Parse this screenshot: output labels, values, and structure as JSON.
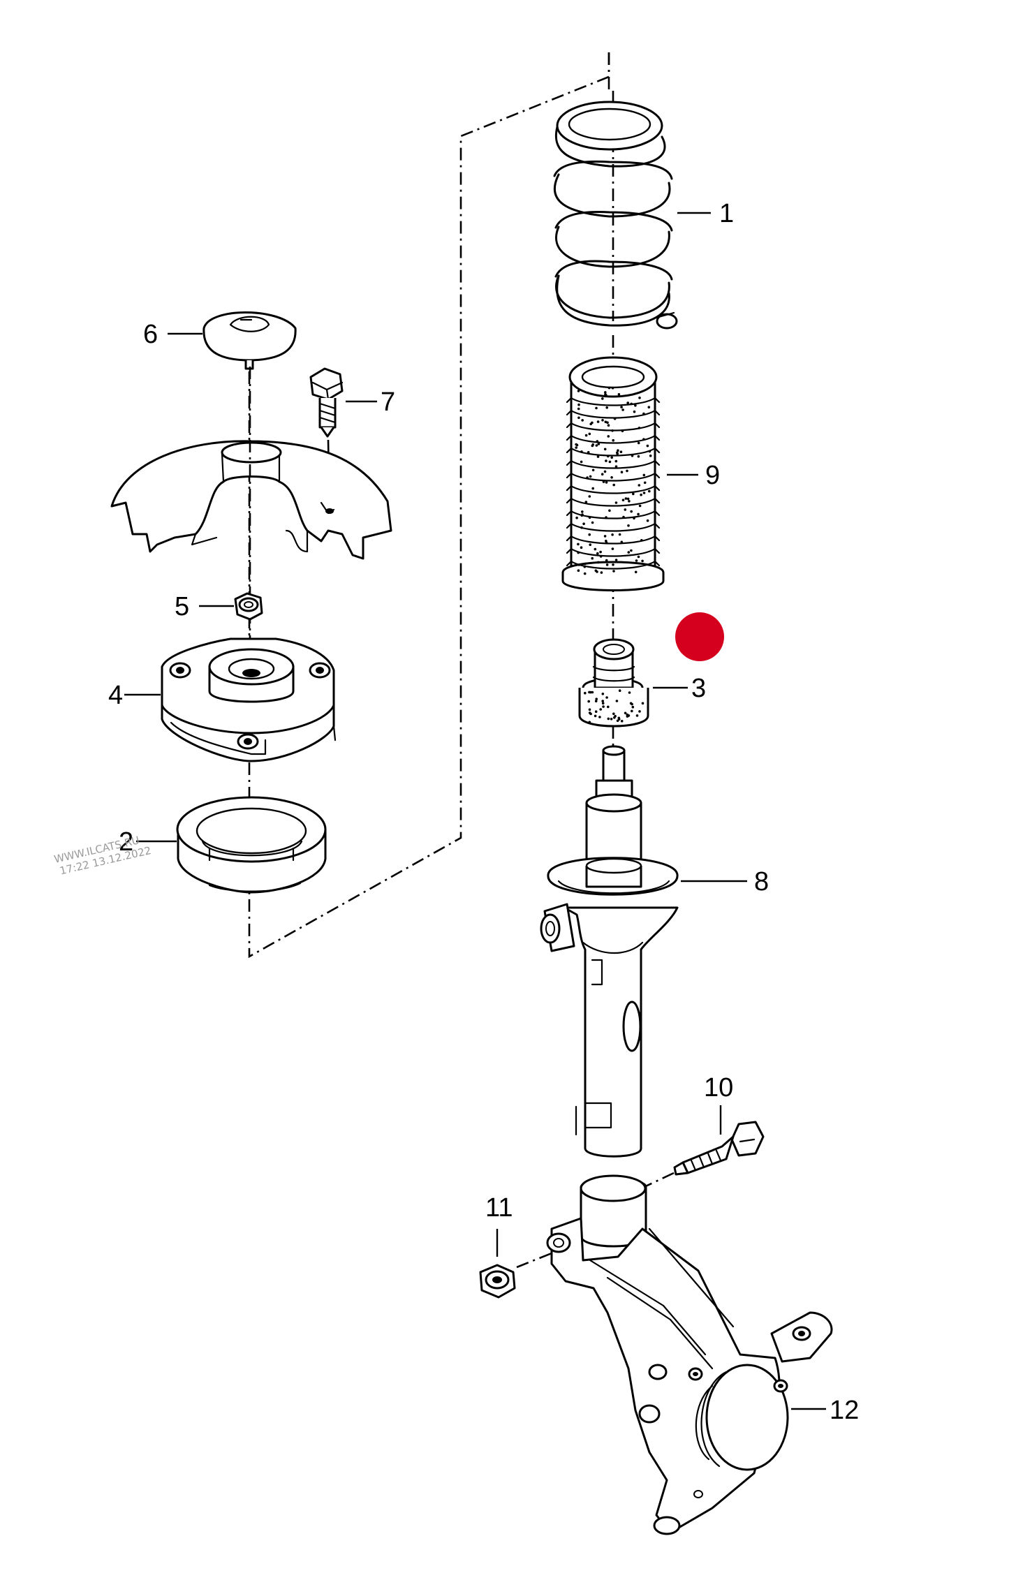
{
  "callouts": {
    "c1": "1",
    "c2": "2",
    "c3": "3",
    "c4": "4",
    "c5": "5",
    "c6": "6",
    "c7": "7",
    "c8": "8",
    "c9": "9",
    "c10": "10",
    "c11": "11",
    "c12": "12"
  },
  "watermark": {
    "line1": "WWW.ILCATS.RU",
    "line2": "17:22 13.12.2022"
  },
  "marker_color": "#d4001e"
}
